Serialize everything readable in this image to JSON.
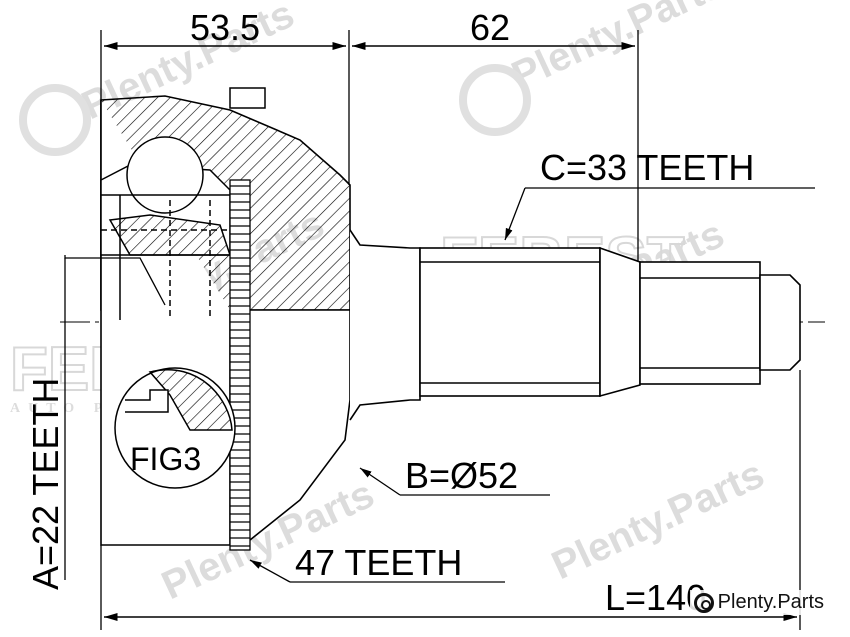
{
  "dimensions": {
    "width_a": "53.5",
    "width_b": "62",
    "total_length": "L=140"
  },
  "labels": {
    "c_teeth": "C=33 TEETH",
    "b_diameter": "B=Ø52",
    "abs_teeth": "47 TEETH",
    "a_teeth": "A=22 TEETH",
    "fig": "FIG3"
  },
  "watermarks": {
    "plenty_parts": "Plenty.Parts",
    "febest": "FEBEST",
    "auto_parts": "AUTO PARTS"
  },
  "brand": {
    "text": "Plenty.Parts"
  }
}
